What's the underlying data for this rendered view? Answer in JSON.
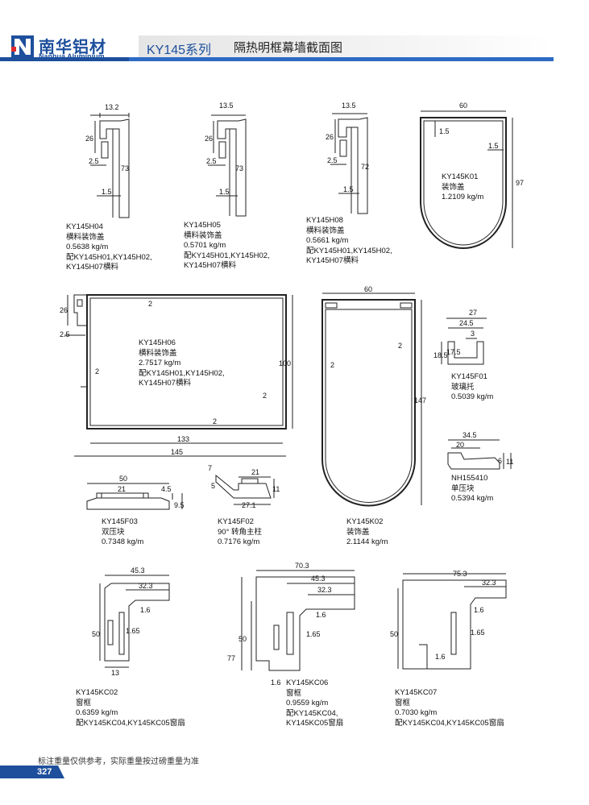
{
  "header": {
    "brand_cn": "南华铝材",
    "brand_en": "Nanhua Aluminium",
    "series": "KY145系列",
    "title": "隔热明框幕墙截面图",
    "colors": {
      "brand_blue": "#1d4f9c",
      "accent_blue": "#2d6bc4"
    }
  },
  "profiles": [
    {
      "code": "KY145H04",
      "name": "横料装饰盖",
      "weight": "0.5638 kg/m",
      "fit": [
        "配KY145H01,KY145H02,",
        "KY145H07横料"
      ],
      "dims": {
        "top": "13.2",
        "d1": "26",
        "d2": "2.5",
        "height": "73",
        "d3": "1.5"
      }
    },
    {
      "code": "KY145H05",
      "name": "横料装饰盖",
      "weight": "0.5701 kg/m",
      "fit": [
        "配KY145H01,KY145H02,",
        "KY145H07横料"
      ],
      "dims": {
        "top": "13.5",
        "d1": "26",
        "d2": "2.5",
        "height": "73",
        "d3": "1.5"
      }
    },
    {
      "code": "KY145H08",
      "name": "横料装饰盖",
      "weight": "0.5661 kg/m",
      "fit": [
        "配KY145H01,KY145H02,",
        "KY145H07横料"
      ],
      "dims": {
        "top": "13.5",
        "d1": "26",
        "d2": "2.5",
        "height": "72",
        "d3": "1.5"
      }
    },
    {
      "code": "KY145K01",
      "name": "装饰盖",
      "weight": "1.2109 kg/m",
      "fit": [],
      "dims": {
        "width": "60",
        "d1": "1.5",
        "d2": "1.5",
        "height": "97"
      }
    },
    {
      "code": "KY145H06",
      "name": "横料装饰盖",
      "weight": "2.7517 kg/m",
      "fit": [
        "配KY145H01,KY145H02,",
        "KY145H07横料"
      ],
      "dims": {
        "d1": "26",
        "d2": "2.5",
        "wall_top": "2",
        "wall_left": "2",
        "wall_right": "2",
        "wall_bottom": "2",
        "height": "100",
        "inner": "133",
        "width": "145"
      }
    },
    {
      "code": "KY145K02",
      "name": "装饰盖",
      "weight": "2.1144 kg/m",
      "fit": [],
      "dims": {
        "width": "60",
        "wall_left": "2",
        "wall_right": "2",
        "height": "147"
      }
    },
    {
      "code": "KY145F01",
      "name": "玻璃托",
      "weight": "0.5039 kg/m",
      "fit": [],
      "dims": {
        "w1": "27",
        "w2": "24.5",
        "w3": "3",
        "h1": "18.5",
        "h2": "17.5"
      }
    },
    {
      "code": "NH155410",
      "name": "单压块",
      "weight": "0.5394 kg/m",
      "fit": [],
      "dims": {
        "w1": "34.5",
        "w2": "20",
        "h1": "6",
        "h2": "11"
      }
    },
    {
      "code": "KY145F03",
      "name": "双压块",
      "weight": "0.7348 kg/m",
      "fit": [],
      "dims": {
        "w1": "50",
        "w2": "21",
        "h1": "4.5",
        "h2": "9.5"
      }
    },
    {
      "code": "KY145F02",
      "name": "90° 转角主柱",
      "weight": "0.7176 kg/m",
      "fit": [],
      "dims": {
        "a": "7",
        "b": "5",
        "w1": "21",
        "h": "11",
        "w2": "27.1"
      }
    },
    {
      "code": "KY145KC02",
      "name": "窗框",
      "weight": "0.6359 kg/m",
      "fit": [
        "配KY145KC04,KY145KC05窗扇"
      ],
      "dims": {
        "w1": "45.3",
        "w2": "32.3",
        "t1": "1.6",
        "height": "50",
        "t2": "1.65",
        "base": "13"
      }
    },
    {
      "code": "KY145KC06",
      "name": "窗框",
      "weight": "0.9559 kg/m",
      "fit": [
        "配KY145KC04,",
        "KY145KC05窗扇"
      ],
      "dims": {
        "w1": "70.3",
        "w2": "45.3",
        "w3": "32.3",
        "t1": "1.6",
        "t2": "1.65",
        "h1": "50",
        "h2": "77",
        "t3": "1.6"
      }
    },
    {
      "code": "KY145KC07",
      "name": "窗框",
      "weight": "0.7030 kg/m",
      "fit": [
        "配KY145KC04,KY145KC05窗扇"
      ],
      "dims": {
        "w1": "75.3",
        "w2": "32.3",
        "t1": "1.6",
        "t2": "1.65",
        "height": "50",
        "t3": "1.6"
      }
    }
  ],
  "footer": {
    "note": "标注重量仅供参考，实际重量按过磅重量为准",
    "page_number": "327"
  }
}
